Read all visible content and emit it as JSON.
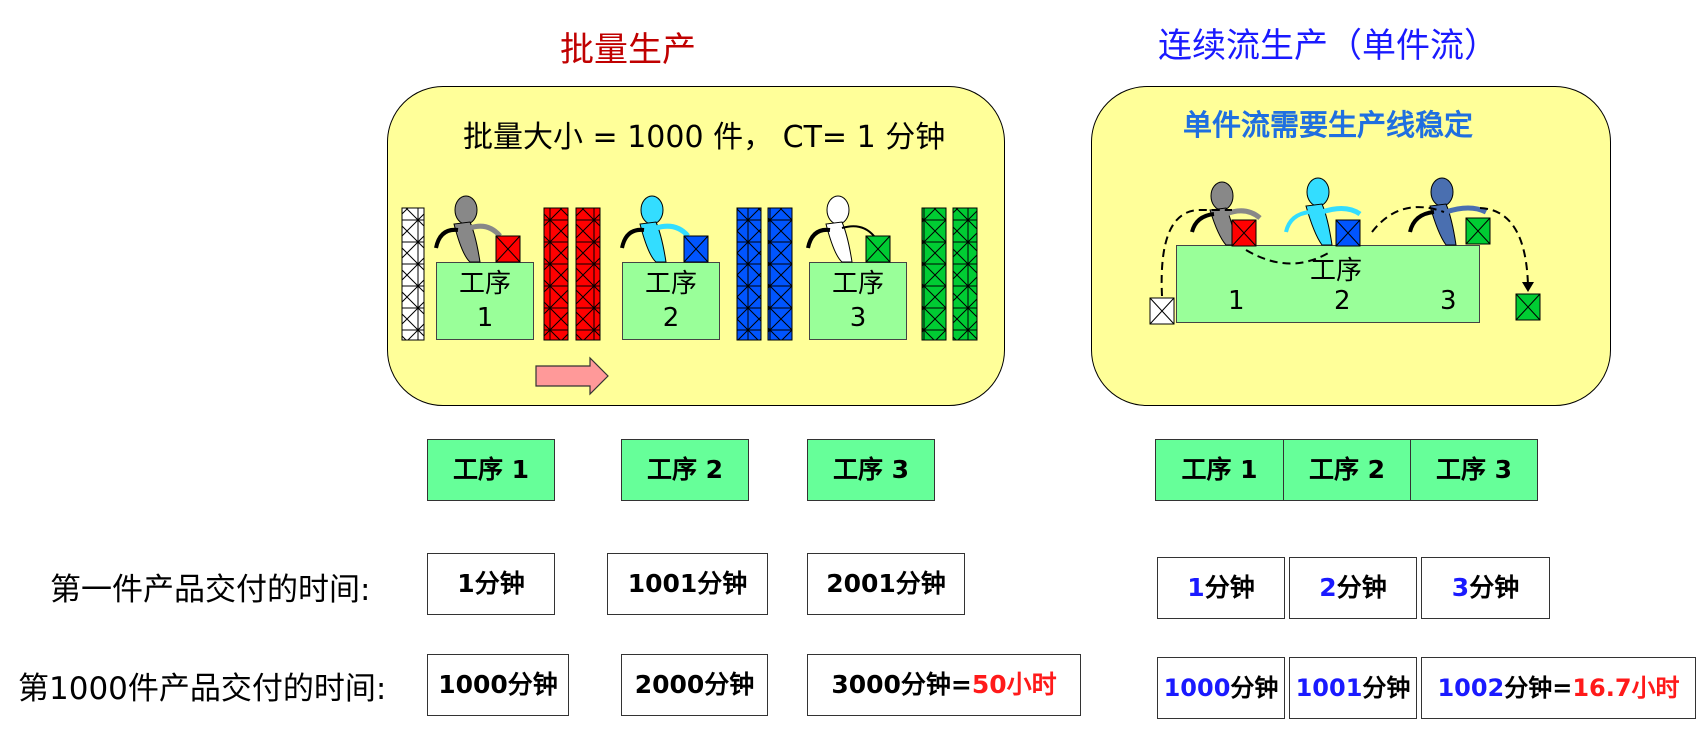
{
  "batch": {
    "title": "批量生产",
    "info": "批量大小 = 1000 件，  CT= 1 分钟",
    "stations": [
      {
        "label": "工序",
        "number": "1"
      },
      {
        "label": "工序",
        "number": "2"
      },
      {
        "label": "工序",
        "number": "3"
      }
    ],
    "steps": [
      "工序 1",
      "工序 2",
      "工序 3"
    ],
    "first_times": [
      "1分钟",
      "1001分钟",
      "2001分钟"
    ],
    "last_times": [
      "1000分钟",
      "2000分钟"
    ],
    "last_time_3": {
      "value": "3000分钟",
      "eq": "=",
      "hours": "50小时"
    }
  },
  "flow": {
    "title": "连续流生产（单件流）",
    "note": "单件流需要生产线稳定",
    "station_label": "工序",
    "station_numbers": [
      "1",
      "2",
      "3"
    ],
    "steps": [
      "工序 1",
      "工序 2",
      "工序 3"
    ],
    "first_times": [
      {
        "num": "1",
        "unit": "分钟"
      },
      {
        "num": "2",
        "unit": "分钟"
      },
      {
        "num": "3",
        "unit": "分钟"
      }
    ],
    "last_times": [
      {
        "num": "1000",
        "unit": "分钟"
      },
      {
        "num": "1001",
        "unit": "分钟"
      }
    ],
    "last_time_3": {
      "num": "1002",
      "unit": "分钟",
      "eq": "=",
      "hours": "16.7小时"
    }
  },
  "row_labels": {
    "first": "第一件产品交付的时间:",
    "last": "第1000件产品交付的时间:"
  },
  "colors": {
    "title_batch": "#c00000",
    "title_flow": "#1a1aff",
    "panel_fill": "#ffff99",
    "station_fill": "#99ff99",
    "step_fill": "#66ff99",
    "crate_red": "#ff0000",
    "crate_blue": "#0055ff",
    "crate_green": "#00cc33",
    "crate_white": "#ffffff",
    "arrow": "#ff9999",
    "highlight_number": "#1a1aff",
    "highlight_result": "#ff1a1a"
  }
}
